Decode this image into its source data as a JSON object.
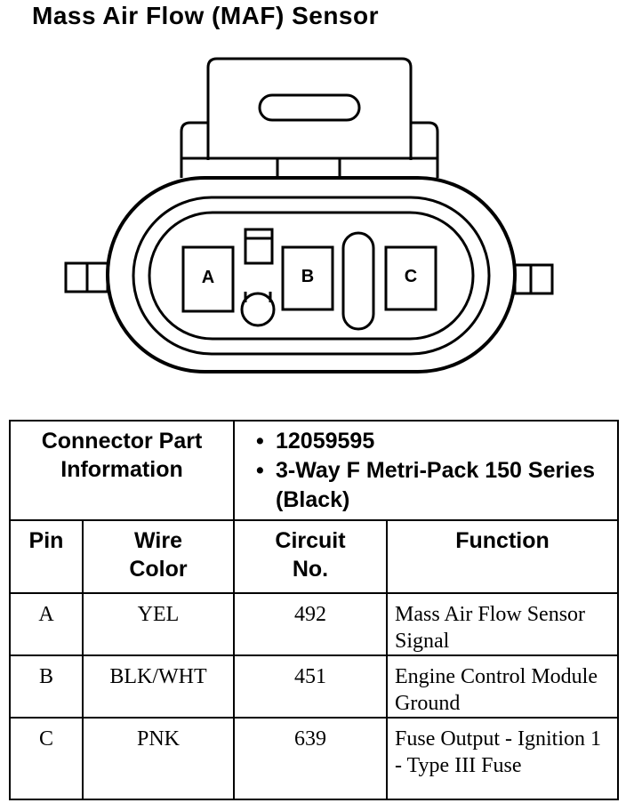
{
  "title": "Mass Air Flow (MAF) Sensor",
  "connector": {
    "pin_labels": [
      "A",
      "B",
      "C"
    ]
  },
  "part_info": {
    "label_line1": "Connector Part",
    "label_line2": "Information",
    "bullet": "•",
    "items": [
      "12059595",
      "3-Way F Metri-Pack 150 Series (Black)"
    ]
  },
  "columns": {
    "pin": "Pin",
    "wire_line1": "Wire",
    "wire_line2": "Color",
    "circuit_line1": "Circuit",
    "circuit_line2": "No.",
    "function": "Function"
  },
  "rows": [
    {
      "pin": "A",
      "color": "YEL",
      "circuit": "492",
      "function": "Mass Air Flow Sensor Signal"
    },
    {
      "pin": "B",
      "color": "BLK/WHT",
      "circuit": "451",
      "function": "Engine Control Module Ground"
    },
    {
      "pin": "C",
      "color": "PNK",
      "circuit": "639",
      "function": "Fuse Output - Ignition 1 - Type III Fuse"
    }
  ]
}
